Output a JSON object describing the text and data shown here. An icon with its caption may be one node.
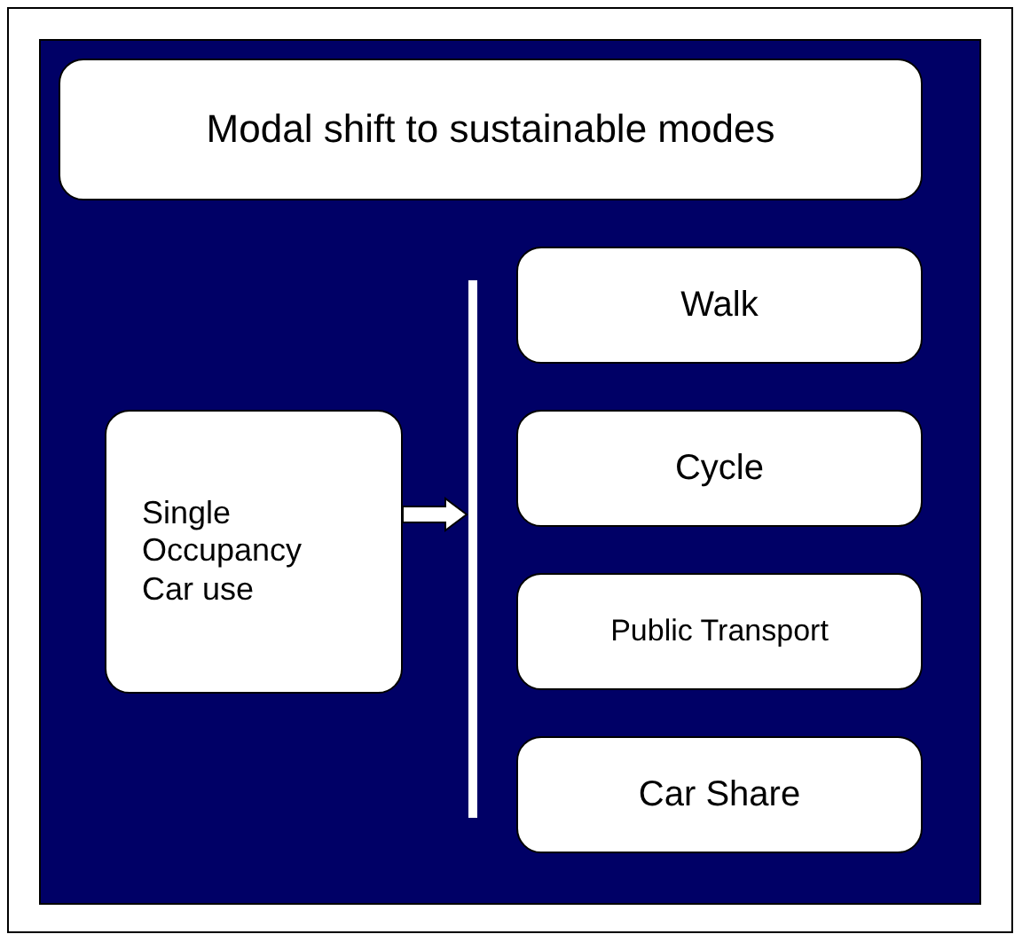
{
  "diagram": {
    "nodes": [
      {
        "text": [
          "Modal shift to sustainable modes"
        ]
      },
      {
        "text": [
          "Single Occupancy Car use"
        ]
      },
      {
        "text": [],
        "shape": "bar"
      },
      {
        "text": [
          "Walk"
        ]
      },
      {
        "text": [
          "Cycle"
        ]
      },
      {
        "text": [
          "Public Transport"
        ]
      },
      {
        "text": [
          "Car Share"
        ]
      }
    ],
    "edges": [
      {
        "from": 1,
        "to": 2,
        "arrow": "to"
      }
    ]
  }
}
